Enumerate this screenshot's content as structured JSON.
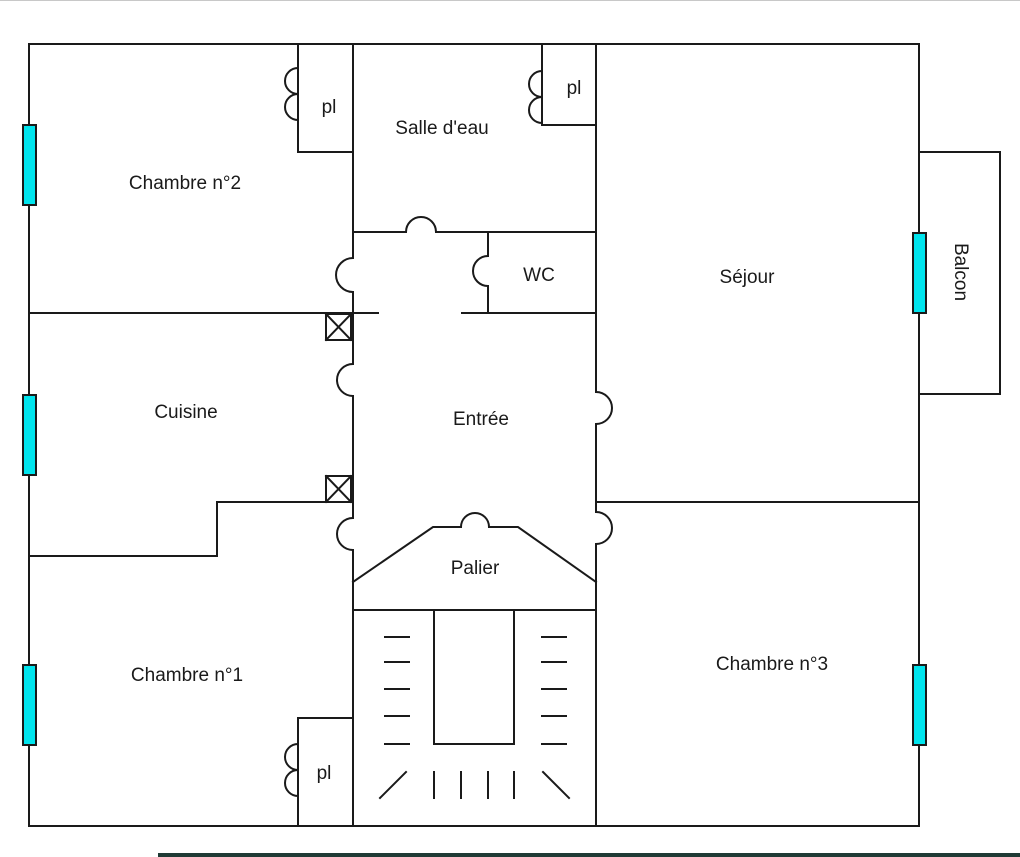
{
  "rooms": {
    "chambre2": "Chambre n°2",
    "salle_eau": "Salle d'eau",
    "pl_top_left": "pl",
    "pl_top_center": "pl",
    "pl_bottom": "pl",
    "wc": "WC",
    "sejour": "Séjour",
    "balcon": "Balcon",
    "cuisine": "Cuisine",
    "entree": "Entrée",
    "palier": "Palier",
    "chambre1": "Chambre n°1",
    "chambre3": "Chambre n°3"
  },
  "colors": {
    "wall": "#1a1a1a",
    "window": "#00e5ee",
    "background": "#ffffff"
  }
}
